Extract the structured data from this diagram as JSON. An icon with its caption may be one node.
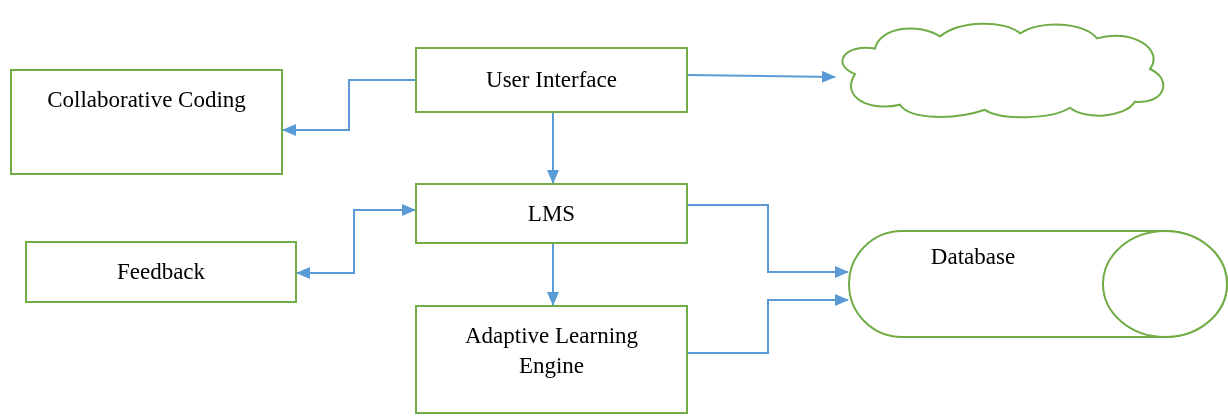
{
  "diagram": {
    "nodes": [
      {
        "text": [
          "User Interface"
        ]
      },
      {
        "text": [
          "Collaborative Coding"
        ]
      },
      {
        "text": [],
        "shape": "cloud"
      },
      {
        "text": [
          "LMS"
        ]
      },
      {
        "text": [
          "Feedback"
        ]
      },
      {
        "text": [
          "Database"
        ]
      },
      {
        "text": [
          "Adaptive Learning Engine"
        ]
      }
    ],
    "edges": [
      {
        "from": 0,
        "to": 1,
        "arrow": "to"
      },
      {
        "from": 0,
        "to": 2,
        "arrow": "to"
      },
      {
        "from": 0,
        "to": 3,
        "arrow": "to"
      },
      {
        "from": 3,
        "to": 4,
        "arrow": "both"
      },
      {
        "from": 3,
        "to": 6,
        "arrow": "to"
      },
      {
        "from": 3,
        "to": 5,
        "arrow": "to"
      },
      {
        "from": 6,
        "to": 5,
        "arrow": "to"
      }
    ]
  }
}
